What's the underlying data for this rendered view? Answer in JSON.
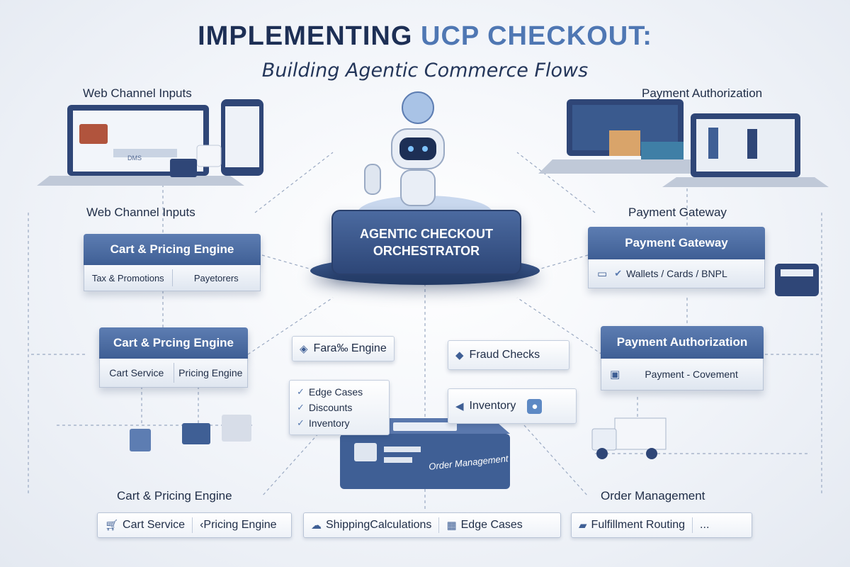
{
  "title": {
    "main": "IMPLEMENTING",
    "accent": "UCP CHECKOUT:",
    "subtitle": "Building Agentic Commerce Flows"
  },
  "labels": {
    "web_inputs_top": "Web Channel Inputs",
    "web_inputs_mid": "Web Channel Inputs",
    "payment_auth_top": "Payment Authorization",
    "payment_gateway_label": "Payment Gateway",
    "cart_pricing_bottom": "Cart & Pricing Engine",
    "order_mgmt_bottom": "Order Management"
  },
  "laptop_button": "DMS",
  "orchestrator": {
    "line1": "AGENTIC CHECKOUT",
    "line2": "ORCHESTRATOR"
  },
  "blocks": {
    "cart_top": {
      "title": "Cart & Pricing Engine",
      "cells": [
        "Tax & Promotions",
        "Payetorers"
      ]
    },
    "cart_mid": {
      "title": "Cart & Prcing Engine",
      "cells": [
        "Cart Service",
        "Pricing Engine"
      ]
    },
    "gateway": {
      "title": "Payment Gateway",
      "cells": [
        "Wallets / Cards / BNPL"
      ]
    },
    "auth": {
      "title": "Payment Authorization",
      "cells": [
        "Payment - Covement"
      ]
    }
  },
  "chips": {
    "fara_engine": "Fara‰ Engine",
    "fraud_checks": "Fraud Checks",
    "inventory": "Inventory"
  },
  "stack": [
    "Edge Cases",
    "Discounts",
    "Inventory"
  ],
  "order_management": "Order Management",
  "toolbar": {
    "left": [
      "Cart Service",
      "‹Pricing Engine"
    ],
    "mid": [
      "ShippingCalculations",
      "Edge Cases"
    ],
    "right": [
      "Fulfillment Routing",
      "..."
    ]
  },
  "colors": {
    "primary": "#3f5f95",
    "accent": "#4f77b3",
    "dark": "#1d2f55"
  }
}
